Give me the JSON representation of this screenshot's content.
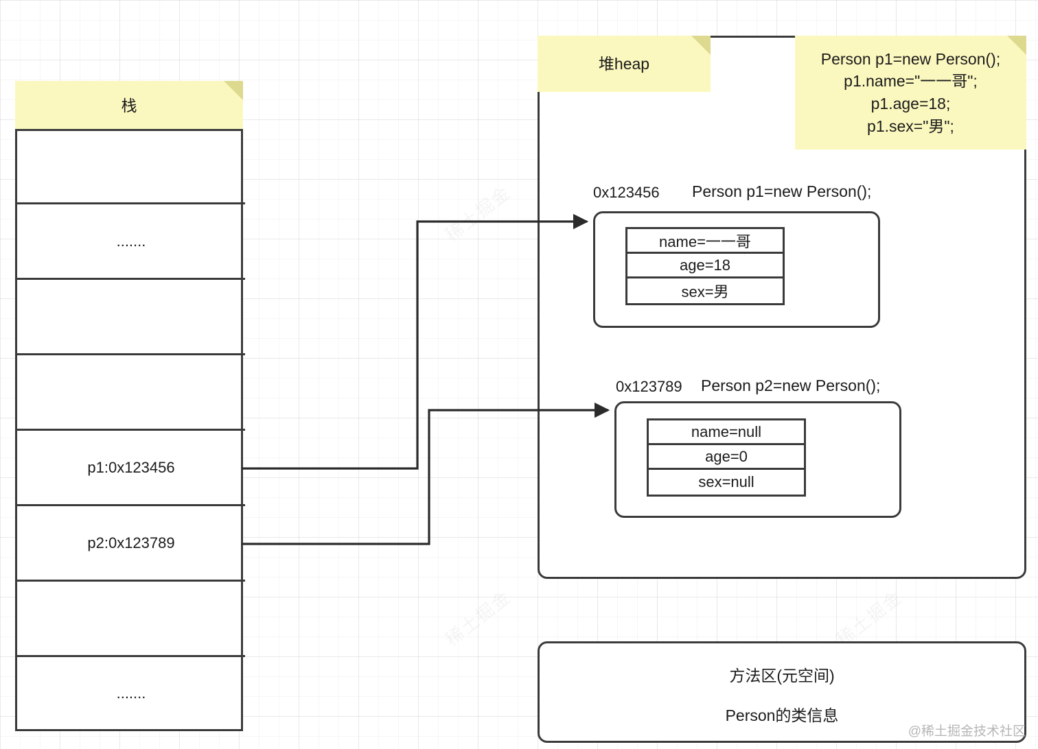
{
  "background": {
    "watermarks": [
      "稀土掘金",
      "稀土掘金",
      "稀土掘金"
    ],
    "corner_watermark": "@稀土掘金技术社区"
  },
  "stack": {
    "note_label": "栈",
    "cells": [
      {
        "text": ""
      },
      {
        "text": "......."
      },
      {
        "text": ""
      },
      {
        "text": ""
      },
      {
        "text": "p1:0x123456"
      },
      {
        "text": "p2:0x123789"
      },
      {
        "text": ""
      },
      {
        "text": "......."
      }
    ]
  },
  "heap": {
    "note_label": "堆heap",
    "code_note": "Person p1=new Person();\np1.name=\"一一哥\";\np1.age=18;\np1.sex=\"男\";",
    "objects": [
      {
        "address": "0x123456",
        "code": "Person p1=new Person();",
        "fields": [
          {
            "text": "name=一一哥"
          },
          {
            "text": "age=18"
          },
          {
            "text": "sex=男"
          }
        ]
      },
      {
        "address": "0x123789",
        "code": "Person p2=new Person();",
        "fields": [
          {
            "text": "name=null"
          },
          {
            "text": "age=0"
          },
          {
            "text": "sex=null"
          }
        ]
      }
    ]
  },
  "method_area": {
    "title": "方法区(元空间)",
    "content": "Person的类信息"
  },
  "colors": {
    "note_fill": "#fbf8bf",
    "note_fold": "#ddd98e",
    "stroke": "#3a3a3a",
    "watermark": "#b6b6b6"
  }
}
